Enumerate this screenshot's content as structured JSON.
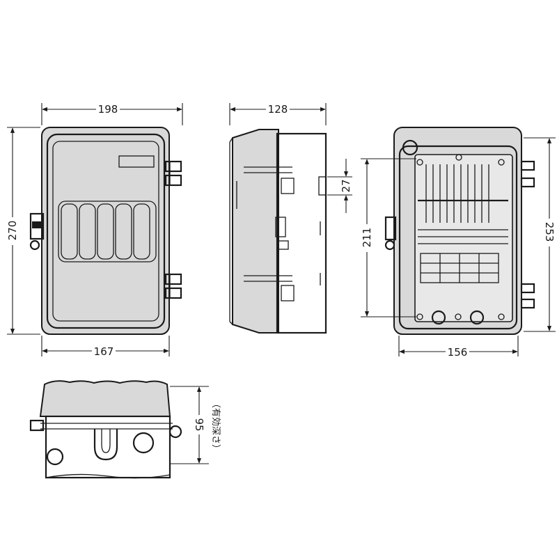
{
  "dimensions": {
    "front_width": "198",
    "front_height": "270",
    "front_inner_width": "167",
    "side_depth": "128",
    "side_offset": "27",
    "rear_mount_height": "211",
    "rear_height": "253",
    "rear_width": "156",
    "bottom_depth": "95",
    "bottom_depth_note": "（有効深さ）"
  }
}
